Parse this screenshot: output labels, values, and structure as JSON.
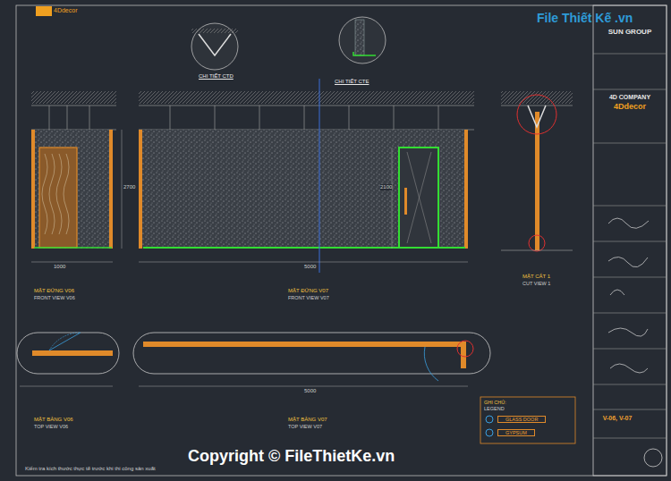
{
  "diagram": {
    "nodes": [
      {
        "text": [
          "SUN GROUP"
        ]
      },
      {
        "text": [
          "4D COMPANY",
          "4Ddecor"
        ]
      },
      {
        "text": [
          "V-06, V-07"
        ]
      }
    ],
    "labels": [
      "CHI TIẾT CTD",
      "CHI TIẾT CTE",
      "MẶT ĐỨNG V06",
      "FRONT VIEW V06",
      "MẶT ĐỨNG V07",
      "FRONT VIEW V07",
      "MẶT CẮT 1",
      "CUT VIEW 1",
      "MẶT BẰNG V06",
      "TOP VIEW V06",
      "MẶT BẰNG V07",
      "TOP VIEW V07",
      "GHI CHÚ:",
      "LEGEND",
      "4Ddecor",
      "File Thiết Kế .vn",
      "Copyright © FileThietKe.vn",
      "Kiểm tra kích thước thực tế trước khi thi công sản xuất",
      "5000",
      "1000",
      "2700",
      "2100",
      "5000"
    ],
    "legend": [
      {
        "text": "GLASS DOOR"
      },
      {
        "text": "GYPSUM"
      }
    ]
  }
}
